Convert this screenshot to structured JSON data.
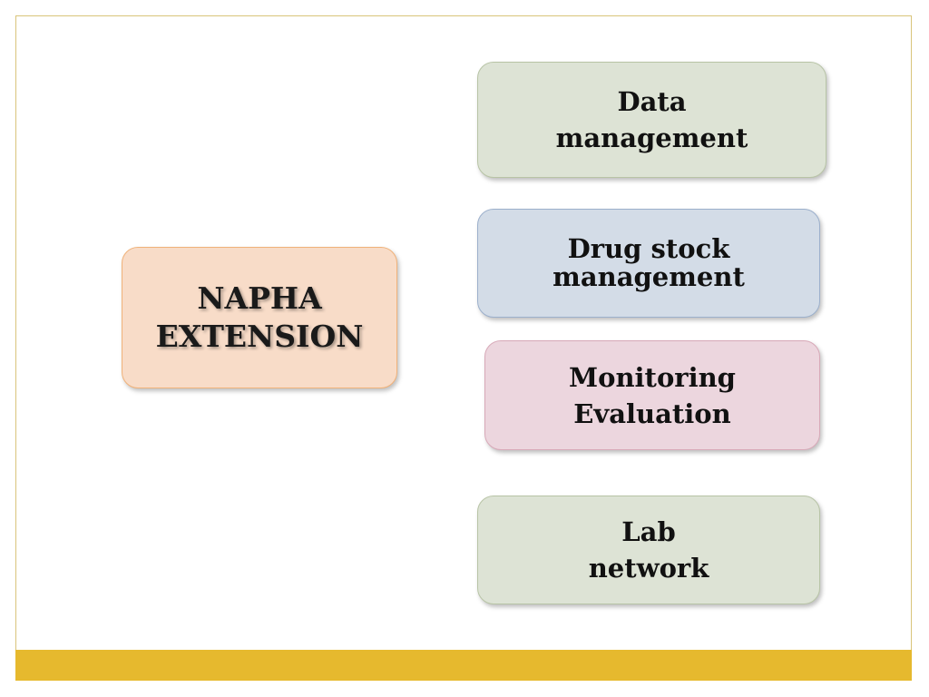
{
  "diagram": {
    "central_node": {
      "line1": "NAPHA",
      "line2": "EXTENSION"
    },
    "nodes": [
      {
        "line1": "Data",
        "line2": "management"
      },
      {
        "line1": "Drug stock",
        "line2": "management"
      },
      {
        "line1": "Monitoring",
        "line2": "Evaluation"
      },
      {
        "line1": "Lab",
        "line2": "network"
      }
    ]
  },
  "colors": {
    "accent_bar": "#e6b92e",
    "central_fill": "#f8dcc8",
    "green_fill": "#dde3d5",
    "blue_fill": "#d3dce7",
    "pink_fill": "#ecd6de"
  }
}
